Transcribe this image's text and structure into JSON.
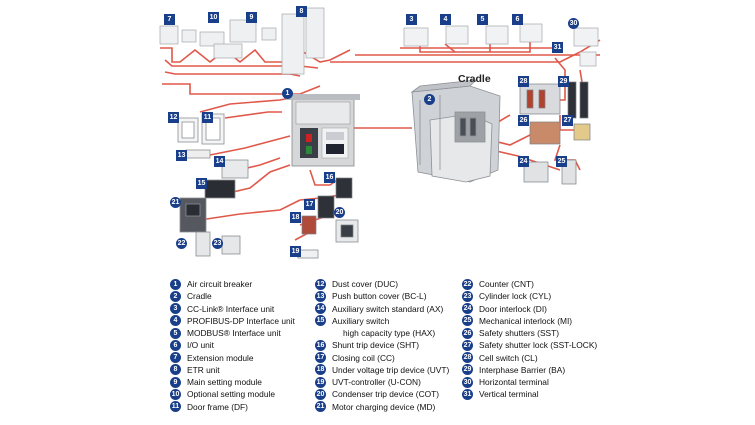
{
  "diagram": {
    "cradle_label": "Cradle",
    "badges": [
      "1",
      "2",
      "3",
      "4",
      "5",
      "6",
      "7",
      "8",
      "9",
      "10",
      "11",
      "12",
      "13",
      "14",
      "15",
      "16",
      "17",
      "18",
      "19",
      "20",
      "21",
      "22",
      "23",
      "24",
      "25",
      "26",
      "27",
      "28",
      "29",
      "30",
      "31"
    ]
  },
  "legend": {
    "col1": [
      {
        "num": "1",
        "text": "Air circuit breaker"
      },
      {
        "num": "2",
        "text": "Cradle"
      },
      {
        "num": "3",
        "text": "CC-Link® Interface unit"
      },
      {
        "num": "4",
        "text": "PROFIBUS-DP Interface unit"
      },
      {
        "num": "5",
        "text": "MODBUS® Interface unit"
      },
      {
        "num": "6",
        "text": "I/O unit"
      },
      {
        "num": "7",
        "text": "Extension module"
      },
      {
        "num": "8",
        "text": "ETR unit"
      },
      {
        "num": "9",
        "text": "Main setting module"
      },
      {
        "num": "10",
        "text": "Optional setting module"
      },
      {
        "num": "11",
        "text": "Door frame (DF)"
      }
    ],
    "col2": [
      {
        "num": "12",
        "text": "Dust cover (DUC)"
      },
      {
        "num": "13",
        "text": "Push button cover (BC-L)"
      },
      {
        "num": "14",
        "text": "Auxiliary switch standard (AX)"
      },
      {
        "num": "15",
        "text": "Auxiliary switch"
      },
      {
        "num": "",
        "text": "high capacity type (HAX)"
      },
      {
        "num": "16",
        "text": "Shunt trip device (SHT)"
      },
      {
        "num": "17",
        "text": "Closing coil (CC)"
      },
      {
        "num": "18",
        "text": "Under voltage trip device (UVT)"
      },
      {
        "num": "19",
        "text": "UVT-controller (U-CON)"
      },
      {
        "num": "20",
        "text": "Condenser trip device (COT)"
      },
      {
        "num": "21",
        "text": "Motor charging device (MD)"
      }
    ],
    "col3": [
      {
        "num": "22",
        "text": "Counter (CNT)"
      },
      {
        "num": "23",
        "text": "Cylinder lock (CYL)"
      },
      {
        "num": "24",
        "text": "Door interlock (DI)"
      },
      {
        "num": "25",
        "text": "Mechanical interlock (MI)"
      },
      {
        "num": "26",
        "text": "Safety shutters (SST)"
      },
      {
        "num": "27",
        "text": "Safety shutter lock (SST-LOCK)"
      },
      {
        "num": "28",
        "text": "Cell switch (CL)"
      },
      {
        "num": "29",
        "text": "Interphase Barrier (BA)"
      },
      {
        "num": "30",
        "text": "Horizontal terminal"
      },
      {
        "num": "31",
        "text": "Vertical terminal"
      }
    ]
  }
}
